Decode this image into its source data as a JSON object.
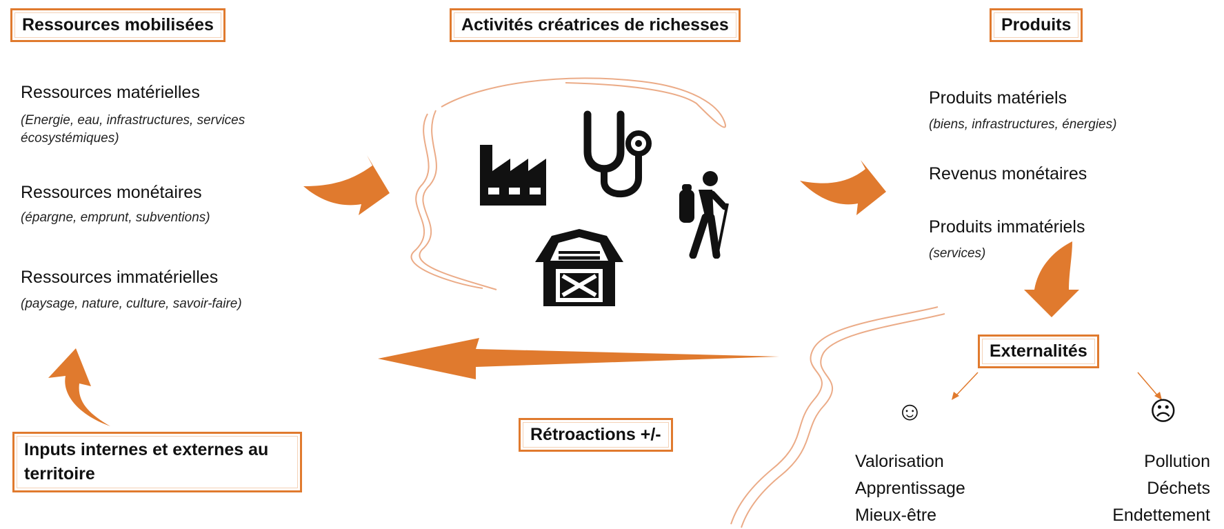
{
  "headers": {
    "resources": "Ressources mobilisées",
    "activities": "Activités créatrices de richesses",
    "products": "Produits",
    "externalities": "Externalités",
    "inputs": "Inputs internes et externes au territoire",
    "feedback": "Rétroactions +/-"
  },
  "resources": [
    {
      "title": "Ressources matérielles",
      "detail": "(Energie, eau, infrastructures, services écosystémiques)"
    },
    {
      "title": "Ressources monétaires",
      "detail": "(épargne, emprunt, subventions)"
    },
    {
      "title": "Ressources immatérielles",
      "detail": "(paysage, nature, culture, savoir-faire)"
    }
  ],
  "products": [
    {
      "title": "Produits matériels",
      "detail": "(biens, infrastructures, énergies)"
    },
    {
      "title": "Revenus monétaires",
      "detail": ""
    },
    {
      "title": "Produits immatériels",
      "detail": "(services)"
    }
  ],
  "externalities": {
    "positive": {
      "face": "☺",
      "items": [
        "Valorisation",
        "Apprentissage",
        "Mieux-être"
      ]
    },
    "negative": {
      "face": "☹",
      "items": [
        "Pollution",
        "Déchets",
        "Endettement"
      ]
    }
  },
  "activity_icons": [
    "factory-icon",
    "stethoscope-icon",
    "hiker-icon",
    "barn-icon"
  ],
  "colors": {
    "accent": "#e07a2e",
    "scribble": "#e9a27a",
    "text": "#111111"
  }
}
